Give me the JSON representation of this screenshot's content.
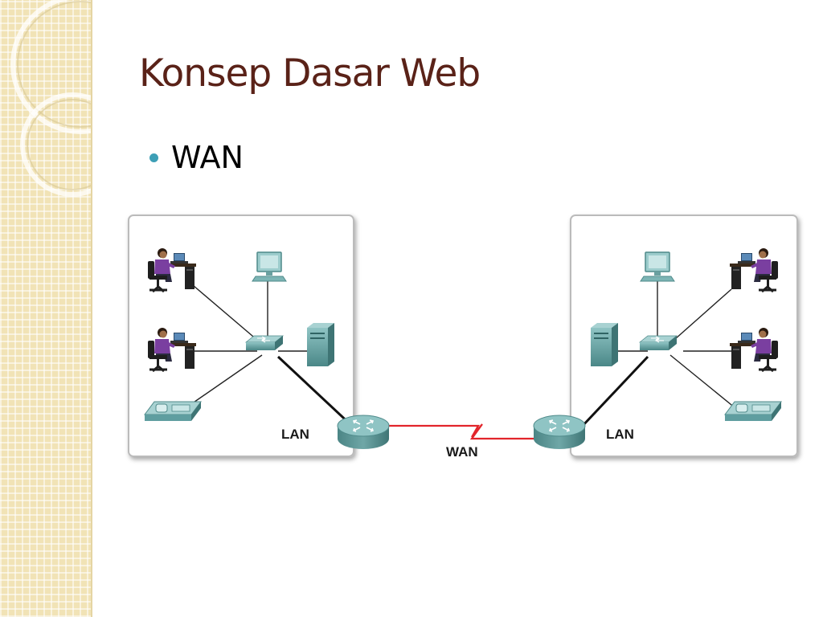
{
  "slide": {
    "title": "Konsep Dasar Web",
    "bullets": [
      "WAN"
    ]
  },
  "diagram": {
    "left_lan_label": "LAN",
    "right_lan_label": "LAN",
    "wan_label": "WAN",
    "colors": {
      "title": "#5a2218",
      "bullet": "#3d9fb6",
      "wan_link": "#e2252b",
      "device_teal": "#5f9ea0",
      "person_shirt": "#7a3fa0"
    }
  }
}
